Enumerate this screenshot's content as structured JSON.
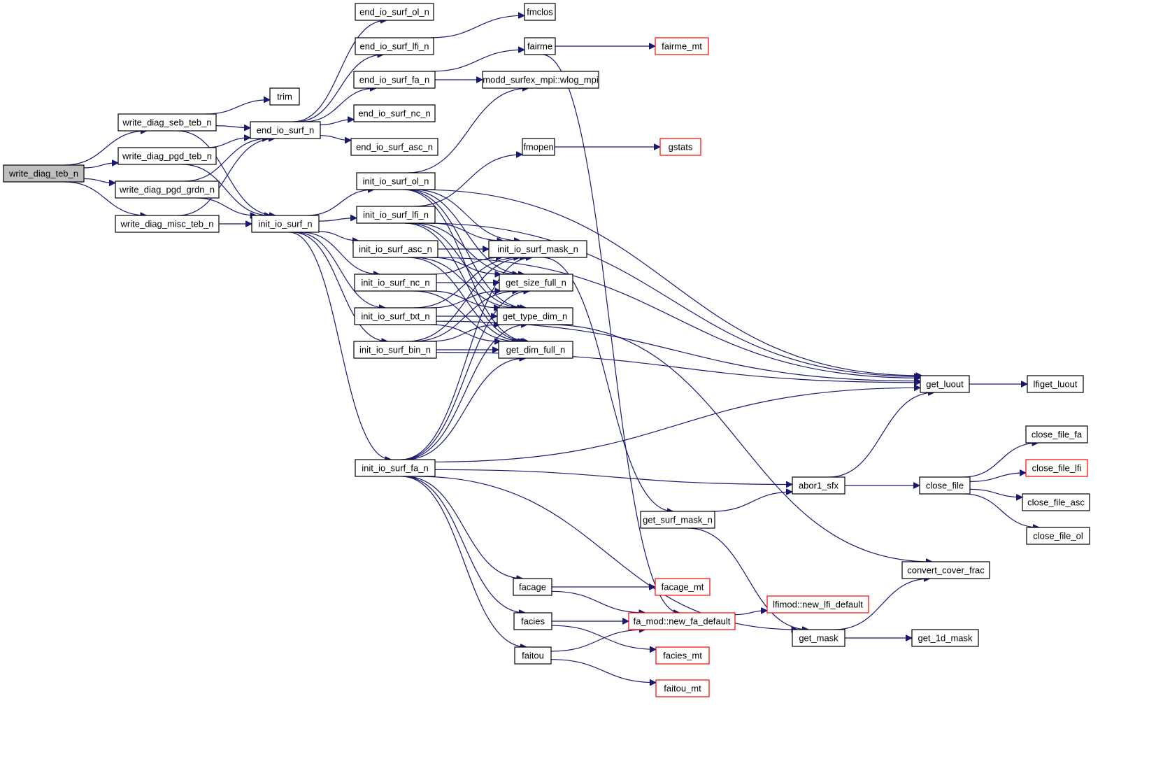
{
  "graph": {
    "type": "call-graph",
    "edge_color": "#191970",
    "external_node_border_color": "#ff0000",
    "root_node_fill": "#bfbfbf",
    "nodes": [
      {
        "id": "write_diag_teb_n",
        "label": "write_diag_teb_n",
        "root": true
      },
      {
        "id": "write_diag_seb_teb_n",
        "label": "write_diag_seb_teb_n"
      },
      {
        "id": "write_diag_pgd_teb_n",
        "label": "write_diag_pgd_teb_n"
      },
      {
        "id": "write_diag_pgd_grdn_n",
        "label": "write_diag_pgd_grdn_n"
      },
      {
        "id": "write_diag_misc_teb_n",
        "label": "write_diag_misc_teb_n"
      },
      {
        "id": "trim",
        "label": "trim"
      },
      {
        "id": "end_io_surf_n",
        "label": "end_io_surf_n"
      },
      {
        "id": "init_io_surf_n",
        "label": "init_io_surf_n"
      },
      {
        "id": "end_io_surf_ol_n",
        "label": "end_io_surf_ol_n"
      },
      {
        "id": "end_io_surf_lfi_n",
        "label": "end_io_surf_lfi_n"
      },
      {
        "id": "end_io_surf_fa_n",
        "label": "end_io_surf_fa_n"
      },
      {
        "id": "end_io_surf_nc_n",
        "label": "end_io_surf_nc_n"
      },
      {
        "id": "end_io_surf_asc_n",
        "label": "end_io_surf_asc_n"
      },
      {
        "id": "fmclos",
        "label": "fmclos"
      },
      {
        "id": "fairme",
        "label": "fairme"
      },
      {
        "id": "fairme_mt",
        "label": "fairme_mt",
        "external": true
      },
      {
        "id": "wlog_mpi",
        "label": "modd_surfex_mpi::wlog_mpi"
      },
      {
        "id": "fmopen",
        "label": "fmopen"
      },
      {
        "id": "gstats",
        "label": "gstats",
        "external": true
      },
      {
        "id": "init_io_surf_ol_n",
        "label": "init_io_surf_ol_n"
      },
      {
        "id": "init_io_surf_lfi_n",
        "label": "init_io_surf_lfi_n"
      },
      {
        "id": "init_io_surf_asc_n",
        "label": "init_io_surf_asc_n"
      },
      {
        "id": "init_io_surf_nc_n",
        "label": "init_io_surf_nc_n"
      },
      {
        "id": "init_io_surf_txt_n",
        "label": "init_io_surf_txt_n"
      },
      {
        "id": "init_io_surf_bin_n",
        "label": "init_io_surf_bin_n"
      },
      {
        "id": "init_io_surf_fa_n",
        "label": "init_io_surf_fa_n"
      },
      {
        "id": "init_io_surf_mask_n",
        "label": "init_io_surf_mask_n"
      },
      {
        "id": "get_size_full_n",
        "label": "get_size_full_n"
      },
      {
        "id": "get_type_dim_n",
        "label": "get_type_dim_n"
      },
      {
        "id": "get_dim_full_n",
        "label": "get_dim_full_n"
      },
      {
        "id": "get_luout",
        "label": "get_luout"
      },
      {
        "id": "lfiget_luout",
        "label": "lfiget_luout"
      },
      {
        "id": "abor1_sfx",
        "label": "abor1_sfx"
      },
      {
        "id": "close_file",
        "label": "close_file"
      },
      {
        "id": "close_file_fa",
        "label": "close_file_fa"
      },
      {
        "id": "close_file_lfi",
        "label": "close_file_lfi",
        "external": true
      },
      {
        "id": "close_file_asc",
        "label": "close_file_asc"
      },
      {
        "id": "close_file_ol",
        "label": "close_file_ol"
      },
      {
        "id": "get_surf_mask_n",
        "label": "get_surf_mask_n"
      },
      {
        "id": "convert_cover_frac",
        "label": "convert_cover_frac"
      },
      {
        "id": "facage",
        "label": "facage"
      },
      {
        "id": "facage_mt",
        "label": "facage_mt",
        "external": true
      },
      {
        "id": "facies",
        "label": "facies"
      },
      {
        "id": "facies_mt",
        "label": "facies_mt",
        "external": true
      },
      {
        "id": "faitou",
        "label": "faitou"
      },
      {
        "id": "faitou_mt",
        "label": "faitou_mt",
        "external": true
      },
      {
        "id": "new_fa_default",
        "label": "fa_mod::new_fa_default",
        "external": true
      },
      {
        "id": "new_lfi_default",
        "label": "lfimod::new_lfi_default",
        "external": true
      },
      {
        "id": "get_mask",
        "label": "get_mask"
      },
      {
        "id": "get_1d_mask",
        "label": "get_1d_mask"
      }
    ],
    "edges": [
      [
        "write_diag_teb_n",
        "write_diag_seb_teb_n"
      ],
      [
        "write_diag_teb_n",
        "write_diag_pgd_teb_n"
      ],
      [
        "write_diag_teb_n",
        "write_diag_pgd_grdn_n"
      ],
      [
        "write_diag_teb_n",
        "write_diag_misc_teb_n"
      ],
      [
        "write_diag_seb_teb_n",
        "trim"
      ],
      [
        "write_diag_seb_teb_n",
        "end_io_surf_n"
      ],
      [
        "write_diag_seb_teb_n",
        "init_io_surf_n"
      ],
      [
        "write_diag_pgd_teb_n",
        "end_io_surf_n"
      ],
      [
        "write_diag_pgd_teb_n",
        "init_io_surf_n"
      ],
      [
        "write_diag_pgd_grdn_n",
        "end_io_surf_n"
      ],
      [
        "write_diag_pgd_grdn_n",
        "init_io_surf_n"
      ],
      [
        "write_diag_misc_teb_n",
        "end_io_surf_n"
      ],
      [
        "write_diag_misc_teb_n",
        "init_io_surf_n"
      ],
      [
        "end_io_surf_n",
        "end_io_surf_ol_n"
      ],
      [
        "end_io_surf_n",
        "end_io_surf_lfi_n"
      ],
      [
        "end_io_surf_n",
        "end_io_surf_fa_n"
      ],
      [
        "end_io_surf_n",
        "end_io_surf_nc_n"
      ],
      [
        "end_io_surf_n",
        "end_io_surf_asc_n"
      ],
      [
        "end_io_surf_lfi_n",
        "fmclos"
      ],
      [
        "end_io_surf_fa_n",
        "fairme"
      ],
      [
        "end_io_surf_fa_n",
        "wlog_mpi"
      ],
      [
        "fairme",
        "fairme_mt"
      ],
      [
        "fairme",
        "new_fa_default"
      ],
      [
        "init_io_surf_n",
        "init_io_surf_ol_n"
      ],
      [
        "init_io_surf_n",
        "init_io_surf_lfi_n"
      ],
      [
        "init_io_surf_n",
        "init_io_surf_asc_n"
      ],
      [
        "init_io_surf_n",
        "init_io_surf_nc_n"
      ],
      [
        "init_io_surf_n",
        "init_io_surf_txt_n"
      ],
      [
        "init_io_surf_n",
        "init_io_surf_bin_n"
      ],
      [
        "init_io_surf_n",
        "init_io_surf_fa_n"
      ],
      [
        "init_io_surf_ol_n",
        "wlog_mpi"
      ],
      [
        "init_io_surf_ol_n",
        "get_luout"
      ],
      [
        "init_io_surf_ol_n",
        "init_io_surf_mask_n"
      ],
      [
        "init_io_surf_ol_n",
        "get_size_full_n"
      ],
      [
        "init_io_surf_ol_n",
        "get_type_dim_n"
      ],
      [
        "init_io_surf_ol_n",
        "get_dim_full_n"
      ],
      [
        "init_io_surf_lfi_n",
        "fmopen"
      ],
      [
        "init_io_surf_lfi_n",
        "get_luout"
      ],
      [
        "init_io_surf_lfi_n",
        "init_io_surf_mask_n"
      ],
      [
        "init_io_surf_lfi_n",
        "get_size_full_n"
      ],
      [
        "init_io_surf_lfi_n",
        "get_type_dim_n"
      ],
      [
        "init_io_surf_lfi_n",
        "get_dim_full_n"
      ],
      [
        "init_io_surf_asc_n",
        "get_luout"
      ],
      [
        "init_io_surf_asc_n",
        "init_io_surf_mask_n"
      ],
      [
        "init_io_surf_asc_n",
        "get_size_full_n"
      ],
      [
        "init_io_surf_asc_n",
        "get_type_dim_n"
      ],
      [
        "init_io_surf_asc_n",
        "get_dim_full_n"
      ],
      [
        "init_io_surf_nc_n",
        "init_io_surf_mask_n"
      ],
      [
        "init_io_surf_nc_n",
        "get_size_full_n"
      ],
      [
        "init_io_surf_nc_n",
        "get_type_dim_n"
      ],
      [
        "init_io_surf_nc_n",
        "get_dim_full_n"
      ],
      [
        "init_io_surf_txt_n",
        "init_io_surf_mask_n"
      ],
      [
        "init_io_surf_txt_n",
        "get_size_full_n"
      ],
      [
        "init_io_surf_txt_n",
        "get_type_dim_n"
      ],
      [
        "init_io_surf_txt_n",
        "get_dim_full_n"
      ],
      [
        "init_io_surf_txt_n",
        "get_luout"
      ],
      [
        "init_io_surf_bin_n",
        "init_io_surf_mask_n"
      ],
      [
        "init_io_surf_bin_n",
        "get_size_full_n"
      ],
      [
        "init_io_surf_bin_n",
        "get_type_dim_n"
      ],
      [
        "init_io_surf_bin_n",
        "get_dim_full_n"
      ],
      [
        "init_io_surf_bin_n",
        "get_luout"
      ],
      [
        "init_io_surf_fa_n",
        "init_io_surf_mask_n"
      ],
      [
        "init_io_surf_fa_n",
        "get_size_full_n"
      ],
      [
        "init_io_surf_fa_n",
        "get_type_dim_n"
      ],
      [
        "init_io_surf_fa_n",
        "get_dim_full_n"
      ],
      [
        "init_io_surf_fa_n",
        "get_luout"
      ],
      [
        "init_io_surf_fa_n",
        "abor1_sfx"
      ],
      [
        "init_io_surf_fa_n",
        "facage"
      ],
      [
        "init_io_surf_fa_n",
        "facies"
      ],
      [
        "init_io_surf_fa_n",
        "faitou"
      ],
      [
        "init_io_surf_fa_n",
        "get_mask"
      ],
      [
        "fmopen",
        "gstats"
      ],
      [
        "init_io_surf_mask_n",
        "get_surf_mask_n"
      ],
      [
        "get_type_dim_n",
        "convert_cover_frac"
      ],
      [
        "get_luout",
        "lfiget_luout"
      ],
      [
        "abor1_sfx",
        "get_luout"
      ],
      [
        "abor1_sfx",
        "close_file"
      ],
      [
        "close_file",
        "close_file_fa"
      ],
      [
        "close_file",
        "close_file_lfi"
      ],
      [
        "close_file",
        "close_file_asc"
      ],
      [
        "close_file",
        "close_file_ol"
      ],
      [
        "get_surf_mask_n",
        "abor1_sfx"
      ],
      [
        "get_surf_mask_n",
        "get_mask"
      ],
      [
        "get_mask",
        "convert_cover_frac"
      ],
      [
        "get_mask",
        "get_1d_mask"
      ],
      [
        "facage",
        "facage_mt"
      ],
      [
        "facage",
        "new_fa_default"
      ],
      [
        "facies",
        "new_fa_default"
      ],
      [
        "facies",
        "facies_mt"
      ],
      [
        "faitou",
        "new_fa_default"
      ],
      [
        "faitou",
        "faitou_mt"
      ],
      [
        "new_fa_default",
        "new_lfi_default"
      ]
    ]
  }
}
